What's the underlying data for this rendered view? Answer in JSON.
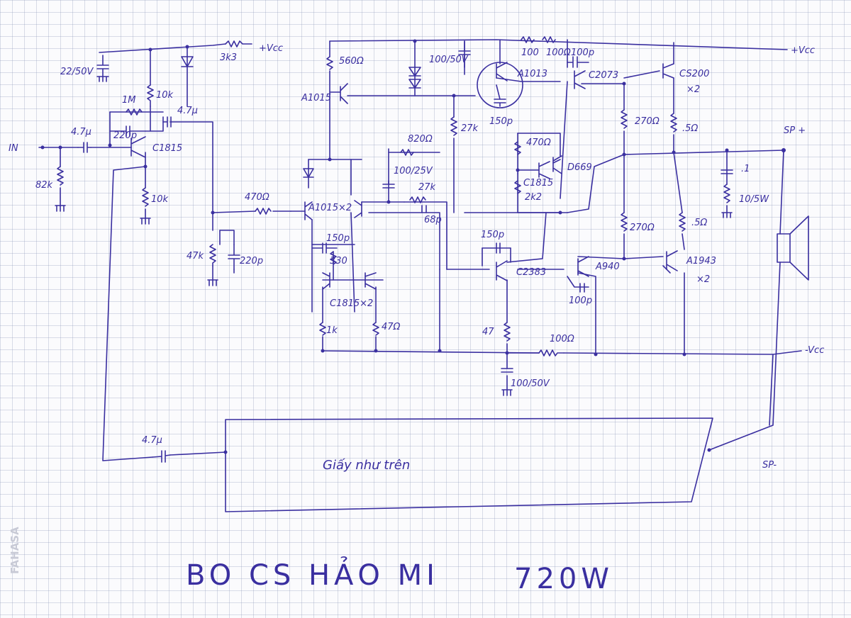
{
  "labels": {
    "vcc_top": "+Vcc",
    "vcc_right": "+Vcc",
    "vcc_neg": "-Vcc",
    "r_3k3": "3k3",
    "c_22_50": "22/50V",
    "r_10k_top": "10k",
    "r_1m": "1M",
    "c_220p_in": "220p",
    "c_47u_in": "4.7μ",
    "c_47u_out": "4.7μ",
    "q_c1815_in": "C1815",
    "label_in": "IN",
    "r_82k": "82k",
    "r_10k_bottom": "10k",
    "r_470_in": "470Ω",
    "r_47k": "47k",
    "c_220p_gnd": "220p",
    "r_560": "560Ω",
    "q_a1015_top": "A1015",
    "c_100_50_top": "100/50V",
    "q_a1013": "A1013",
    "c_150p_a": "150p",
    "r_100_a": "100",
    "r_100_b": "100Ω",
    "c_100p_top": "100p",
    "q_c2073": "C2073",
    "q_cs200": "CS200",
    "x2_top": "×2",
    "r_27k_a": "27k",
    "r_820": "820Ω",
    "c_100_25": "100/25V",
    "r_27k_b": "27k",
    "c_68p": "68p",
    "q_a1015x2": "A1015×2",
    "c_150p_b": "150p",
    "r_330": "330",
    "q_c1815x2": "C1815×2",
    "r_1k": "1k",
    "r_47_small": "47Ω",
    "r_470_vbe": "470Ω",
    "q_c1815_vbe": "C1815",
    "r_2k2": "2k2",
    "q_d669": "D669",
    "r_270_a": "270Ω",
    "r_05_a": ".5Ω",
    "r_270_b": "270Ω",
    "r_05_b": ".5Ω",
    "c_01": ".1",
    "r_10_5w": "10/5W",
    "label_sp_plus": "SP +",
    "label_sp_minus": "SP-",
    "c_150p_c": "150p",
    "q_c2383": "C2383",
    "q_a940": "A940",
    "c_100p_b": "100p",
    "q_a1943": "A1943",
    "x2_bottom": "×2",
    "r_47_bottom": "47",
    "r_100_bottom": "100Ω",
    "c_100_50_bottom": "100/50V",
    "c_47u_fb": "4.7μ",
    "board_text": "Giấy như trên",
    "title_main": "BO CS HẢO MI",
    "title_power": "720W",
    "watermark": "FAHASA"
  },
  "colors": {
    "ink": "#3a2fa0",
    "grid": "#9aa0be",
    "paper": "#fbfbfd"
  }
}
